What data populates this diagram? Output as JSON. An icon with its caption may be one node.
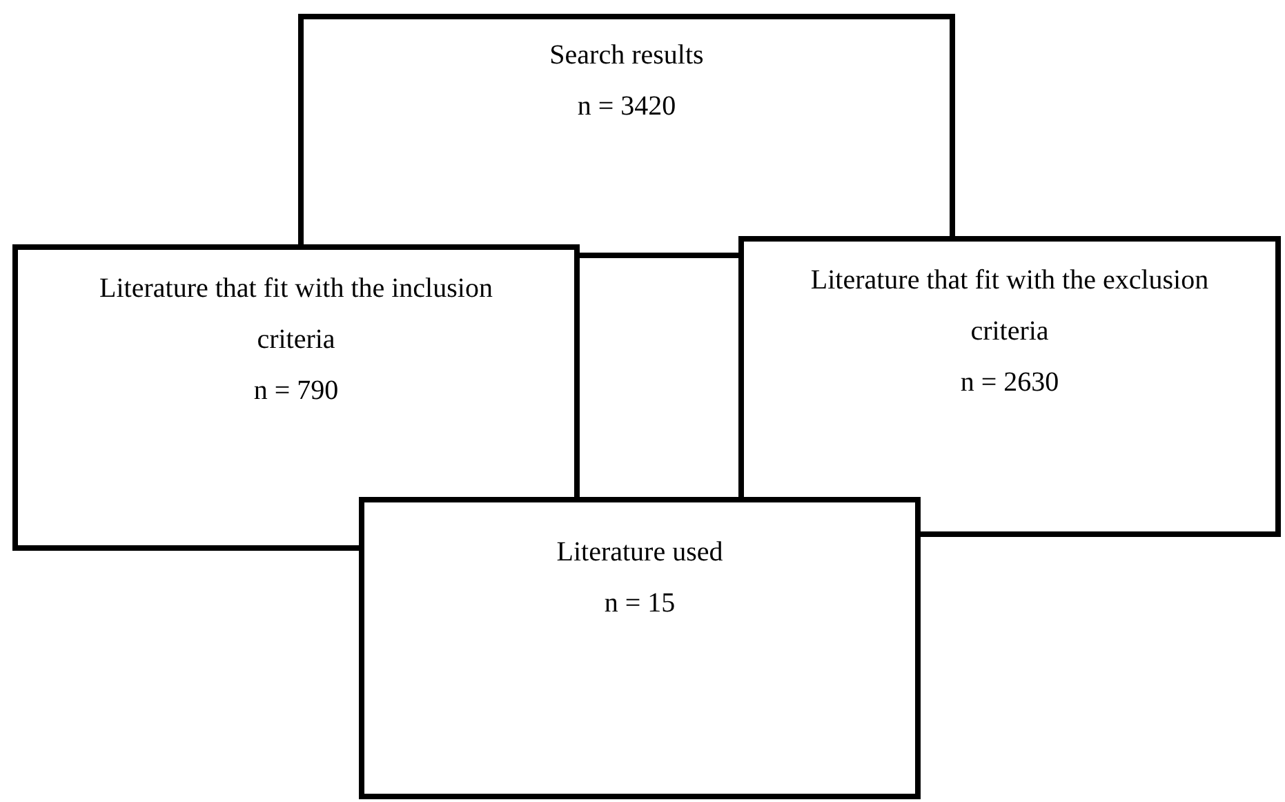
{
  "diagram": {
    "nodes": [
      {
        "text": [
          "Search results",
          "n = 3420"
        ]
      },
      {
        "text": [
          "Literature that fit with the inclusion criteria",
          "n = 790"
        ]
      },
      {
        "text": [
          "Literature that fit with the exclusion criteria",
          "n = 2630"
        ]
      },
      {
        "text": [
          "Literature used",
          "n = 15"
        ]
      }
    ]
  }
}
